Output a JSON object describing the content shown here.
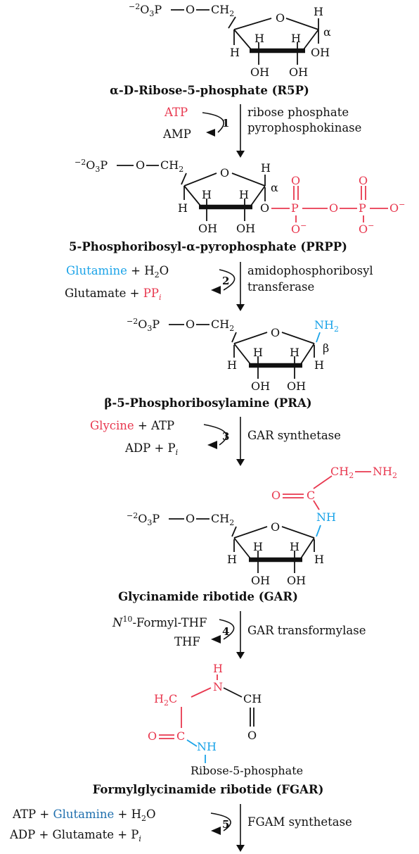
{
  "molecules": {
    "r5p_name": "α-D-Ribose-5-phosphate (R5P)",
    "prpp_name": "5-Phosphoribosyl-α-pyrophosphate (PRPP)",
    "pra_name": "β-5-Phosphoribosylamine (PRA)",
    "gar_name": "Glycinamide ribotide (GAR)",
    "fgar_name": "Formylglycinamide ribotide (FGAR)"
  },
  "steps": [
    {
      "number": "1",
      "enzyme_line1": "ribose phosphate",
      "enzyme_line2": "pyrophosphokinase",
      "substrate": "ATP",
      "product": "AMP"
    },
    {
      "number": "2",
      "enzyme_line1": "amidophosphoribosyl",
      "enzyme_line2": "transferase",
      "substrate_a": "Glutamine",
      "substrate_b": " + H",
      "substrate_c": "O",
      "product_a": "Glutamate + ",
      "product_b": "PP",
      "product_sub": "i"
    },
    {
      "number": "3",
      "enzyme_line1": "GAR synthetase",
      "substrate_a": "Glycine",
      "substrate_b": " + ATP",
      "product_a": "ADP + P",
      "product_sub": "i"
    },
    {
      "number": "4",
      "enzyme_line1": "GAR transformylase",
      "substrate_a": "N",
      "substrate_sup": "10",
      "substrate_b": "-Formyl-THF",
      "product": "THF"
    },
    {
      "number": "5",
      "enzyme_line1": "FGAM synthetase",
      "substrate_a": "ATP + ",
      "substrate_b": "Glutamine",
      "substrate_c": " + H",
      "substrate_d": "O",
      "product_a": "ADP + Glutamate + P",
      "product_sub": "i"
    }
  ],
  "atoms": {
    "phosphate_charge": "−2",
    "o3p": "O",
    "three": "3",
    "p": "P",
    "o": "O",
    "ch2": "CH",
    "two": "2",
    "h": "H",
    "oh": "OH",
    "alpha": "α",
    "beta": "β",
    "nh2": "NH",
    "nh": "NH",
    "c": "C",
    "n": "N",
    "ch": "CH",
    "h2c": "H",
    "o_minus": "O",
    "minus": "−",
    "ribose5p": "Ribose-5-phosphate"
  }
}
